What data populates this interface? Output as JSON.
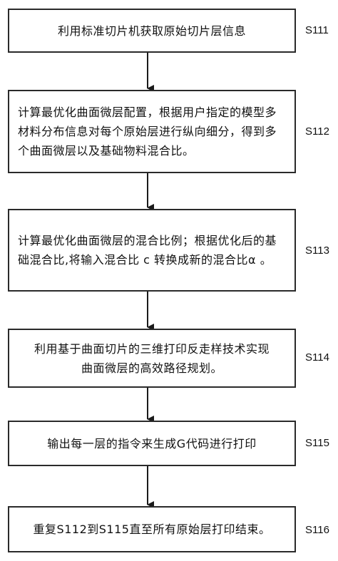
{
  "steps": [
    {
      "id": "S111",
      "text": "利用标准切片机获取原始切片层信息"
    },
    {
      "id": "S112",
      "text": "计算最优化曲面微层配置，根据用户指定的模型多材料分布信息对每个原始层进行纵向细分，得到多个曲面微层以及基础物料混合比。"
    },
    {
      "id": "S113",
      "text": "计算最优化曲面微层的混合比例；根据优化后的基础混合比,将输入混合比 c 转换成新的混合比α 。"
    },
    {
      "id": "S114",
      "text": "利用基于曲面切片的三维打印反走样技术实现曲面微层的高效路径规划。"
    },
    {
      "id": "S115",
      "text": "输出每一层的指令来生成G代码进行打印"
    },
    {
      "id": "S116",
      "text": "重复S112到S115直至所有原始层打印结束。"
    }
  ]
}
